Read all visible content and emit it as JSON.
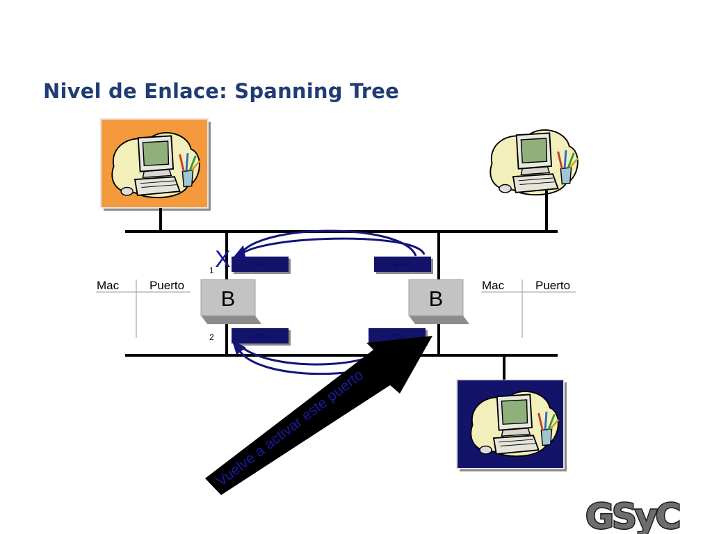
{
  "slide": {
    "title": "Nivel de Enlace: Spanning Tree"
  },
  "bridges": [
    {
      "label": "B"
    },
    {
      "label": "B"
    }
  ],
  "ports": {
    "port1": "1",
    "port2": "2"
  },
  "bpdu": {
    "label": "BPDU"
  },
  "tables": [
    {
      "col1": "Mac",
      "col2": "Puerto"
    },
    {
      "col1": "Mac",
      "col2": "Puerto"
    }
  ],
  "blocked_mark": "X",
  "annotation": "Vuelve a activar este puerto",
  "logo": {
    "text": "GSyC"
  },
  "icons": [
    "computer-clipart-icon",
    "arrow-icon"
  ],
  "colors": {
    "title": "#1f3c74",
    "orange_box": "#f49a3c",
    "navy_box": "#13136a",
    "bpdu_fill": "#13136a",
    "bridge_fill": "#c3c3c3",
    "curve": "#14147a"
  }
}
